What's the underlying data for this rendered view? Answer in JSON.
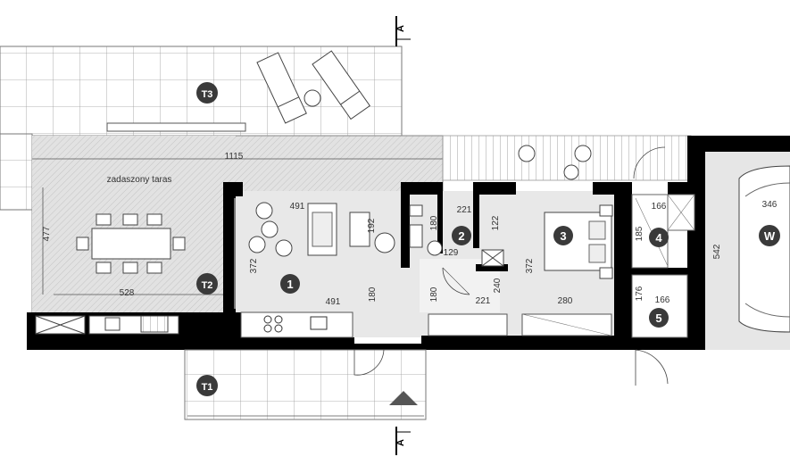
{
  "terrace_label": "zadaszony taras",
  "section_marker": "A",
  "rooms": {
    "r1": "1",
    "r2": "2",
    "r3": "3",
    "r4": "4",
    "r5": "5",
    "t1": "T1",
    "t2": "T2",
    "t3": "T3",
    "w": "W"
  },
  "dimensions": {
    "terrace_top": "1115",
    "terrace_side": "477",
    "terrace_bottom": "528",
    "room1_top": "491",
    "room1_bottom": "491",
    "room1_side": "372",
    "sofa_depth": "192",
    "kitchen_depth": "180",
    "hall_depth": "180",
    "bath_w": "221",
    "bath_h": "180",
    "bath_inner": "129",
    "hall_w": "221",
    "hall_h": "240",
    "closet_h": "122",
    "bed_side": "372",
    "bed_w": "280",
    "r4_w": "166",
    "r4_h": "185",
    "r5_w": "166",
    "r5_h": "176",
    "garage_w": "346",
    "garage_h": "542"
  },
  "colors": {
    "wall": "#000000",
    "hatch": "#dadada",
    "grid": "#9a9a9a",
    "room_fill": "#e6e6e6",
    "badge": "#3a3a3a"
  }
}
